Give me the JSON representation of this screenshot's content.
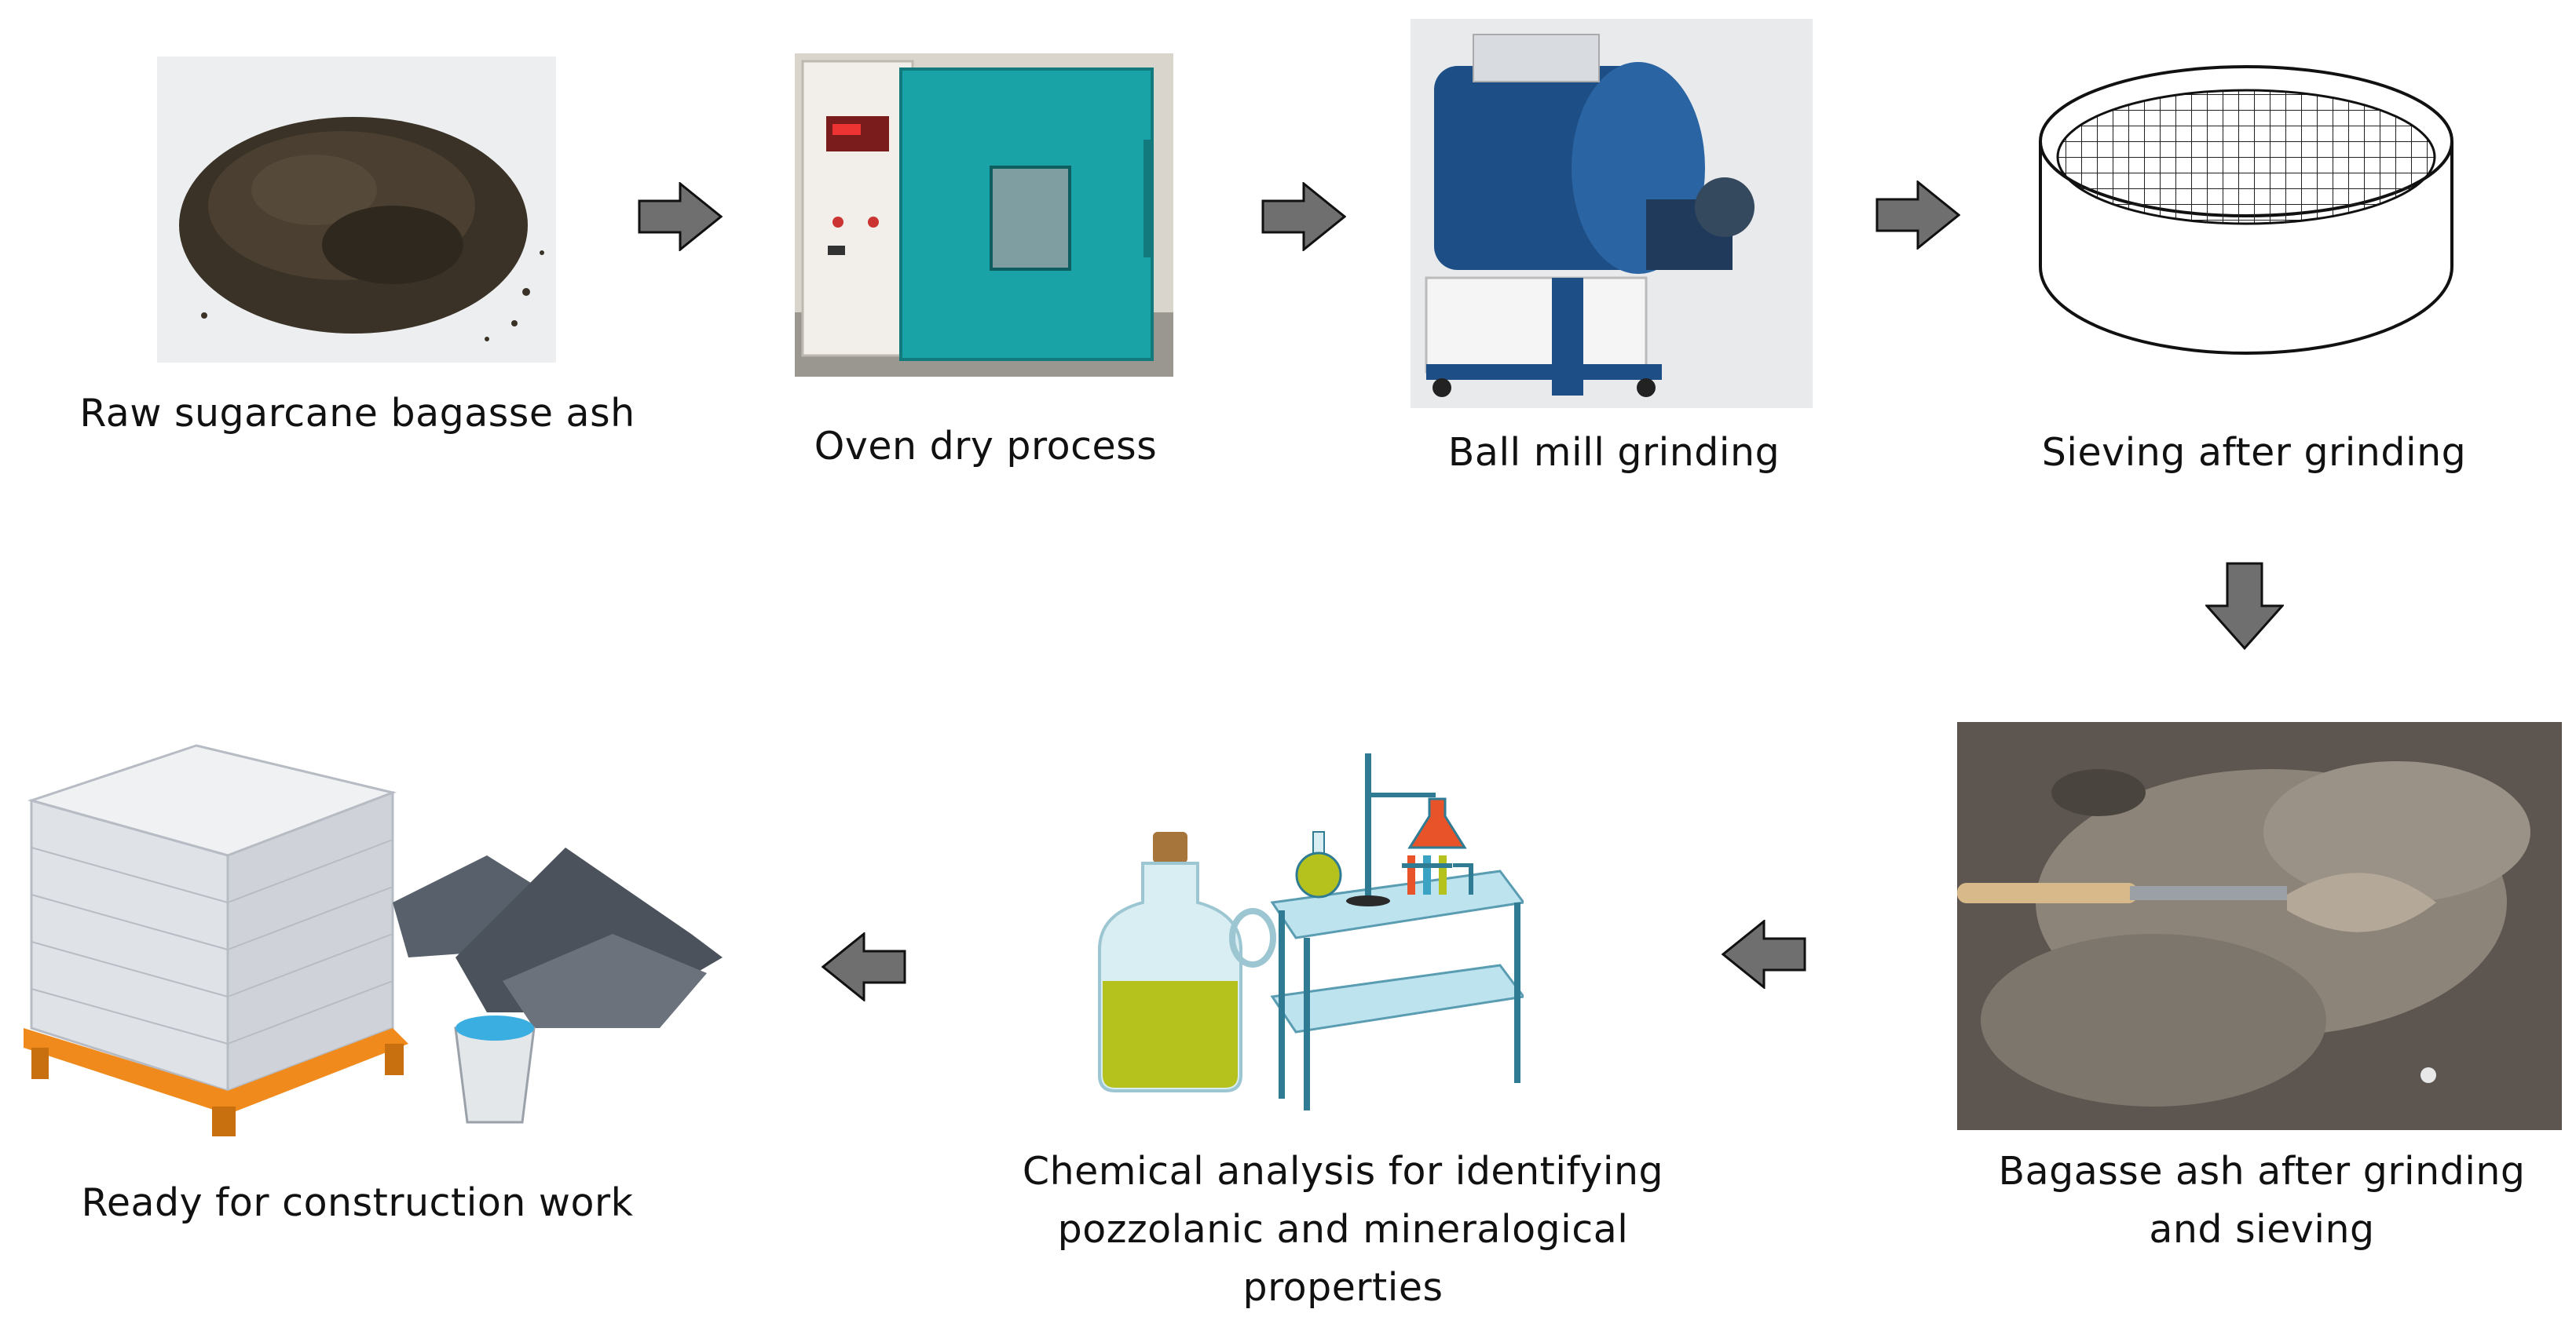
{
  "steps": [
    {
      "id": "raw",
      "caption": "Raw sugarcane bagasse ash"
    },
    {
      "id": "oven",
      "caption": "Oven dry process"
    },
    {
      "id": "ballmill",
      "caption": "Ball mill grinding"
    },
    {
      "id": "sieve",
      "caption": "Sieving after grinding"
    },
    {
      "id": "ground",
      "caption_lines": [
        "Bagasse ash after grinding",
        "and sieving"
      ]
    },
    {
      "id": "chem",
      "caption_lines": [
        "Chemical analysis for identifying",
        "pozzolanic and mineralogical",
        "properties"
      ]
    },
    {
      "id": "ready",
      "caption": "Ready for construction work"
    }
  ],
  "colors": {
    "arrow_fill": "#6f6f6f",
    "arrow_stroke": "#111111",
    "oven_teal": "#1aa3a6",
    "mill_blue": "#1d4f86",
    "pallet_orange": "#f08a1c",
    "ash_dark": "#3a3226",
    "liquid_green": "#b5c21e",
    "flask_red": "#e8532a"
  },
  "icons": [
    "arrow-right-icon",
    "arrow-down-icon",
    "arrow-left-icon"
  ]
}
